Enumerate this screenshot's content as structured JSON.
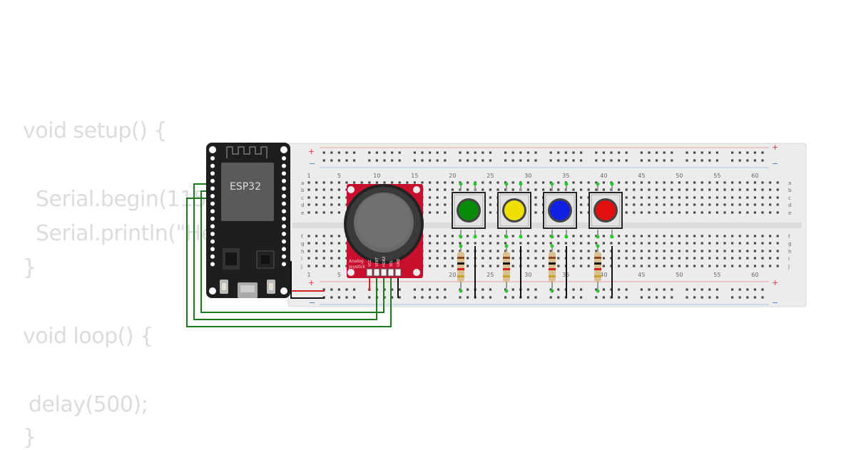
{
  "code": {
    "line1": "void setup() {",
    "line2": "Serial.begin(115200);",
    "line3": "Serial.println(\"Hello, ESP32!\");",
    "line4": "}",
    "line5": "void loop() {",
    "line6": "delay(500);",
    "line7": "}"
  },
  "esp32": {
    "label": "ESP32"
  },
  "joystick": {
    "label_line1": "Analog",
    "label_line2": "Joystick",
    "pins": [
      "VCC",
      "VERT",
      "HORZ",
      "SEL",
      "GND"
    ]
  },
  "breadboard": {
    "column_numbers": [
      "1",
      "5",
      "10",
      "15",
      "20",
      "25",
      "30",
      "35",
      "40",
      "45",
      "50",
      "55",
      "60"
    ],
    "row_letters_top": [
      "a",
      "b",
      "c",
      "d",
      "e"
    ],
    "row_letters_bottom": [
      "f",
      "g",
      "h",
      "i",
      "j"
    ],
    "plus_sign": "+",
    "minus_sign": "−"
  },
  "buttons": [
    {
      "name": "green",
      "color": "#0a8a0a"
    },
    {
      "name": "yellow",
      "color": "#f0e000"
    },
    {
      "name": "blue",
      "color": "#1020e0"
    },
    {
      "name": "red",
      "color": "#e01010"
    }
  ],
  "colors": {
    "wire_green": "#1b7a1b",
    "wire_red": "#d42020",
    "wire_black": "#111111",
    "board": "#1e1e1e",
    "joystick_pcb": "#c8102e"
  }
}
